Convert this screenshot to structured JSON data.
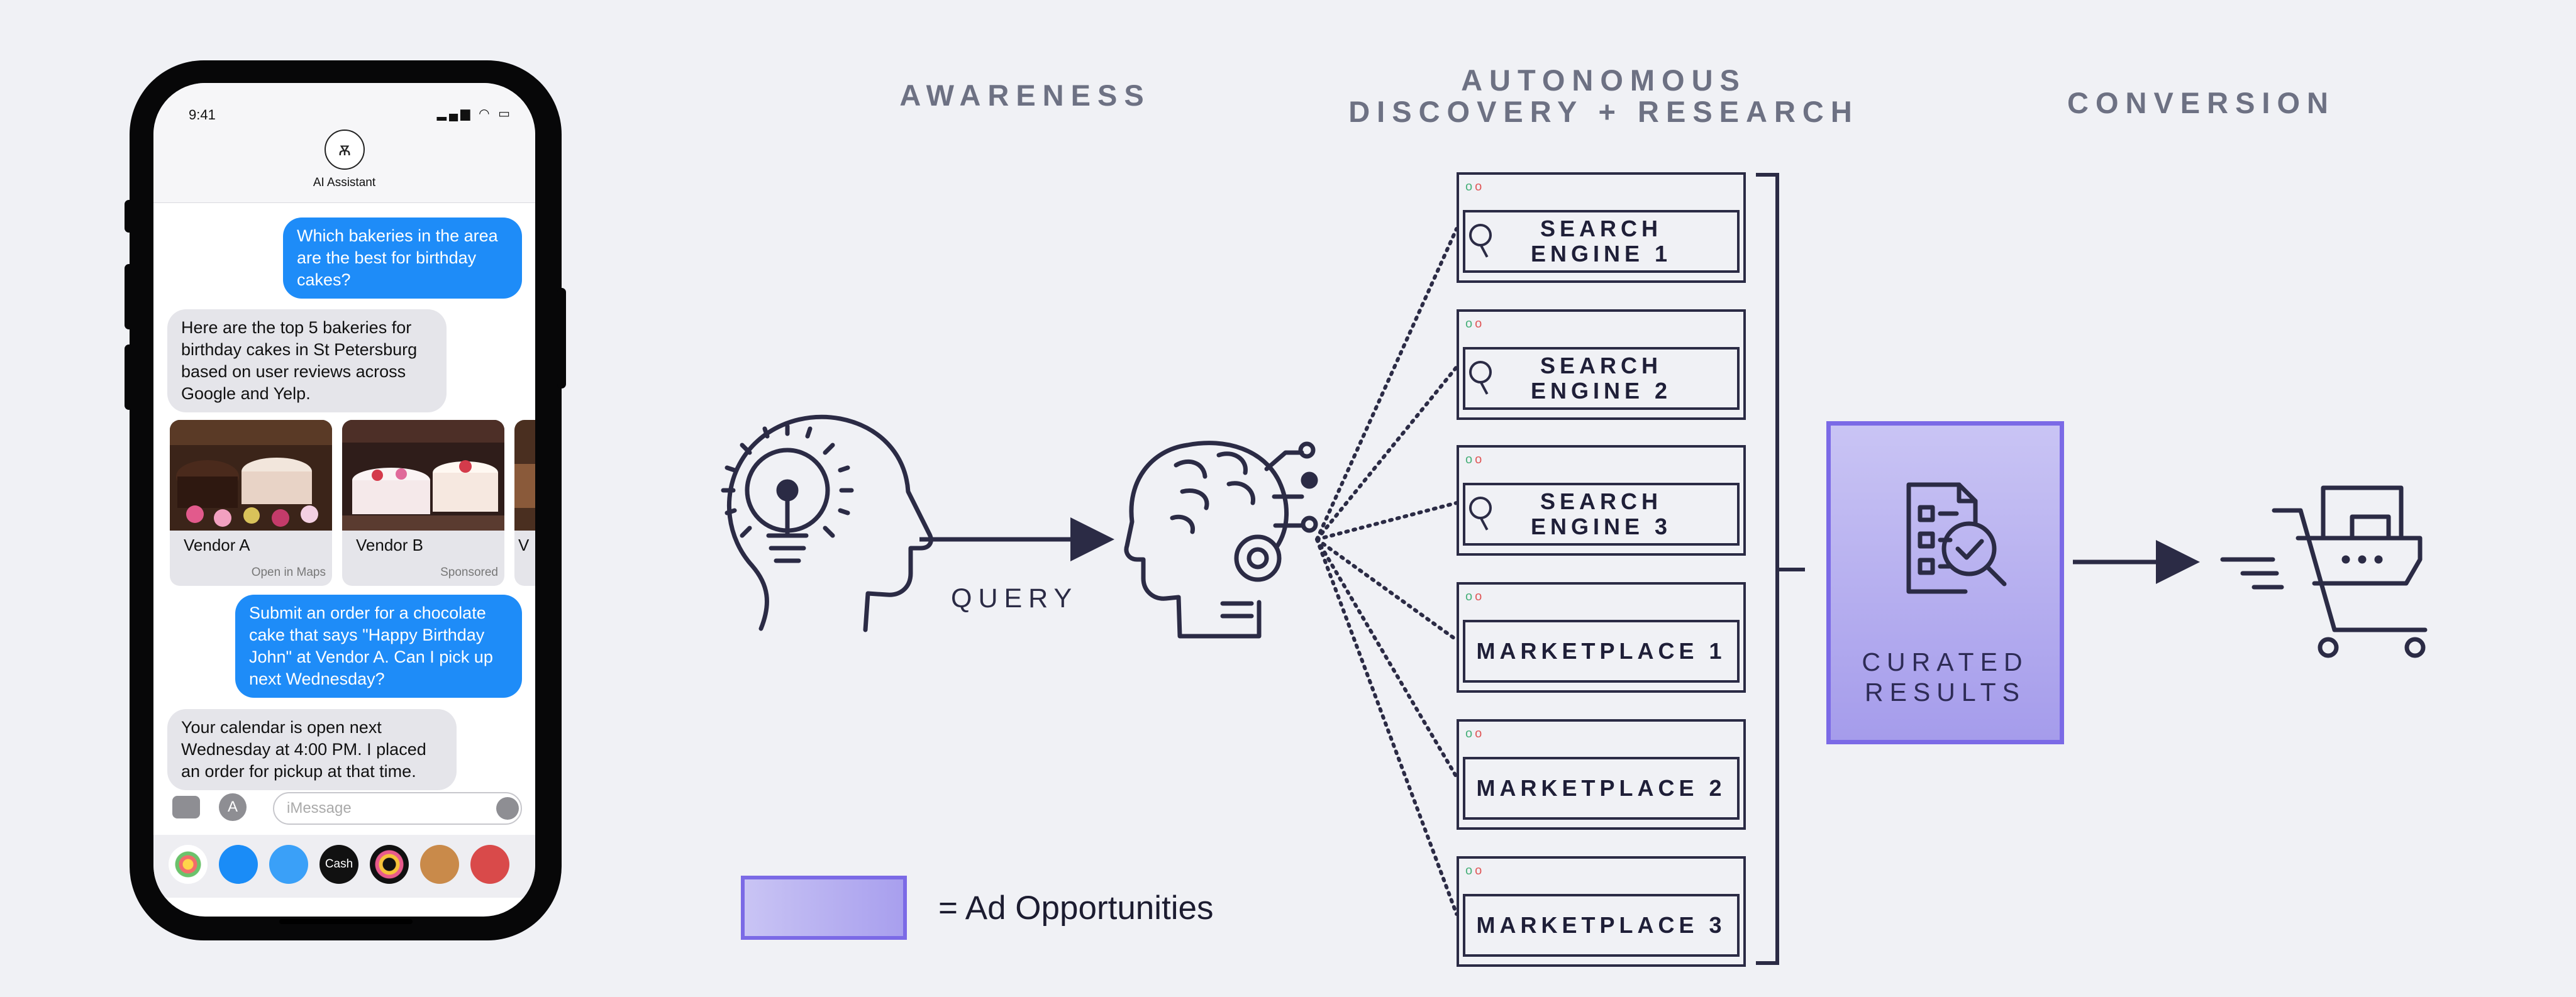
{
  "phone": {
    "status_time": "9:41",
    "status_icons": "▂▄▆ ◠ ▭",
    "avatar_glyph": "ѫ",
    "contact_name": "AI Assistant",
    "messages": [
      {
        "from": "user",
        "text": "Which bakeries in the area are the best for birthday cakes?"
      },
      {
        "from": "assistant",
        "text": "Here are the top 5 bakeries for birthday cakes in St Petersburg based on user reviews across Google and Yelp."
      },
      {
        "from": "user",
        "text": "Submit an order for a chocolate cake that says \"Happy Birthday John\" at Vendor A. Can I pick up next Wednesday?"
      },
      {
        "from": "assistant",
        "text": "Your calendar is open next Wednesday at 4:00 PM. I placed an order for pickup at that time."
      }
    ],
    "vendors": [
      {
        "name": "Vendor A",
        "sub": "Open in Maps"
      },
      {
        "name": "Vendor B",
        "sub": "Sponsored"
      },
      {
        "name": "V",
        "sub": ""
      }
    ],
    "compose_placeholder": "iMessage",
    "tray_cash_label": "Cash"
  },
  "headings": {
    "awareness": "AWARENESS",
    "discovery_line1": "AUTONOMOUS",
    "discovery_line2": "DISCOVERY + RESEARCH",
    "conversion": "CONVERSION"
  },
  "flow": {
    "query_label": "QUERY",
    "engines": [
      {
        "line1": "SEARCH",
        "line2": "ENGINE 1",
        "type": "search"
      },
      {
        "line1": "SEARCH",
        "line2": "ENGINE 2",
        "type": "search"
      },
      {
        "line1": "SEARCH",
        "line2": "ENGINE 3",
        "type": "search"
      },
      {
        "line1": "MARKETPLACE 1",
        "line2": "",
        "type": "marketplace"
      },
      {
        "line1": "MARKETPLACE 2",
        "line2": "",
        "type": "marketplace"
      },
      {
        "line1": "MARKETPLACE 3",
        "line2": "",
        "type": "marketplace"
      }
    ],
    "curated_line1": "CURATED",
    "curated_line2": "RESULTS"
  },
  "legend": {
    "text": "= Ad Opportunities",
    "swatch_color": "#a59ceb",
    "border_color": "#7b6ae6"
  },
  "colors": {
    "ink": "#2b2b45",
    "bubble_blue": "#1e8cf8",
    "bubble_gray": "#e5e5ea",
    "background": "#f0f1f5"
  }
}
